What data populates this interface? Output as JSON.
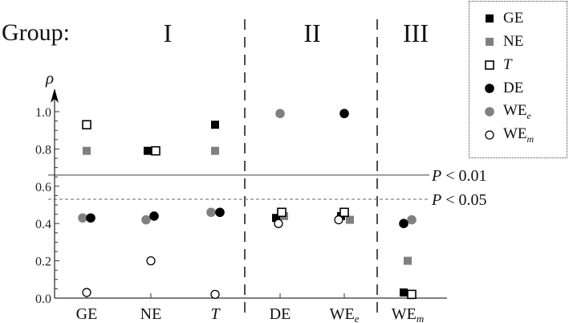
{
  "header": {
    "group_prefix": "Group:",
    "groups": [
      {
        "label": "I",
        "x": 209
      },
      {
        "label": "II",
        "x": 389
      },
      {
        "label": "III",
        "x": 518
      }
    ]
  },
  "axis": {
    "ylabel": "ρ",
    "yticks": [
      "0.0",
      "0.2",
      "0.4",
      "0.6",
      "0.8",
      "1.0"
    ],
    "x_categories": [
      {
        "label": "GE",
        "sub": "",
        "italic": false
      },
      {
        "label": "NE",
        "sub": "",
        "italic": false
      },
      {
        "label": "T",
        "sub": "",
        "italic": true
      },
      {
        "label": "DE",
        "sub": "",
        "italic": false
      },
      {
        "label": "WE",
        "sub": "e",
        "italic": false
      },
      {
        "label": "WE",
        "sub": "m",
        "italic": false
      }
    ]
  },
  "thresholds": [
    {
      "label": "P < 0.01",
      "value": 0.66,
      "style": "solid"
    },
    {
      "label": "P < 0.05",
      "value": 0.53,
      "style": "dashed"
    }
  ],
  "legend": {
    "items": [
      {
        "key": "GE",
        "label": "GE",
        "sub": "",
        "italic": false,
        "marker": "square-filled-black"
      },
      {
        "key": "NE",
        "label": "NE",
        "sub": "",
        "italic": false,
        "marker": "square-filled-gray"
      },
      {
        "key": "T",
        "label": "T",
        "sub": "",
        "italic": true,
        "marker": "square-open"
      },
      {
        "key": "DE",
        "label": "DE",
        "sub": "",
        "italic": false,
        "marker": "circle-filled-black"
      },
      {
        "key": "WEe",
        "label": "WE",
        "sub": "e",
        "italic": false,
        "marker": "circle-filled-gray"
      },
      {
        "key": "WEm",
        "label": "WE",
        "sub": "m",
        "italic": false,
        "marker": "circle-open"
      }
    ]
  },
  "colors": {
    "black": "#000000",
    "gray": "#808080",
    "axis": "#333333",
    "threshold": "#666666"
  },
  "chart_data": {
    "type": "scatter",
    "title": "",
    "xlabel": "",
    "ylabel": "ρ",
    "ylim": [
      0.0,
      1.0
    ],
    "grid": false,
    "legend_position": "top-right",
    "categories": [
      "GE",
      "NE",
      "T",
      "DE",
      "WE_e",
      "WE_m"
    ],
    "group_labels": [
      {
        "group": "I",
        "categories": [
          "GE",
          "NE",
          "T"
        ]
      },
      {
        "group": "II",
        "categories": [
          "DE",
          "WE_e"
        ]
      },
      {
        "group": "III",
        "categories": [
          "WE_m"
        ]
      }
    ],
    "reference_lines": [
      {
        "label": "P < 0.01",
        "y": 0.66,
        "style": "solid"
      },
      {
        "label": "P < 0.05",
        "y": 0.53,
        "style": "dashed"
      }
    ],
    "series": [
      {
        "name": "GE",
        "marker": "square-filled-black",
        "values": [
          null,
          0.79,
          0.93,
          0.43,
          0.44,
          0.03
        ]
      },
      {
        "name": "NE",
        "marker": "square-filled-gray",
        "values": [
          0.79,
          null,
          0.79,
          0.44,
          0.42,
          0.2
        ]
      },
      {
        "name": "T",
        "marker": "square-open",
        "values": [
          0.93,
          0.79,
          null,
          0.46,
          0.46,
          0.02
        ]
      },
      {
        "name": "DE",
        "marker": "circle-filled-black",
        "values": [
          0.43,
          0.44,
          0.46,
          null,
          0.99,
          0.4
        ]
      },
      {
        "name": "WE_e",
        "marker": "circle-filled-gray",
        "values": [
          0.43,
          0.42,
          0.46,
          0.99,
          null,
          0.42
        ]
      },
      {
        "name": "WE_m",
        "marker": "circle-open",
        "values": [
          0.03,
          0.2,
          0.02,
          0.4,
          0.42,
          null
        ]
      }
    ],
    "annotations": [
      "Group: I",
      "II",
      "III"
    ]
  }
}
